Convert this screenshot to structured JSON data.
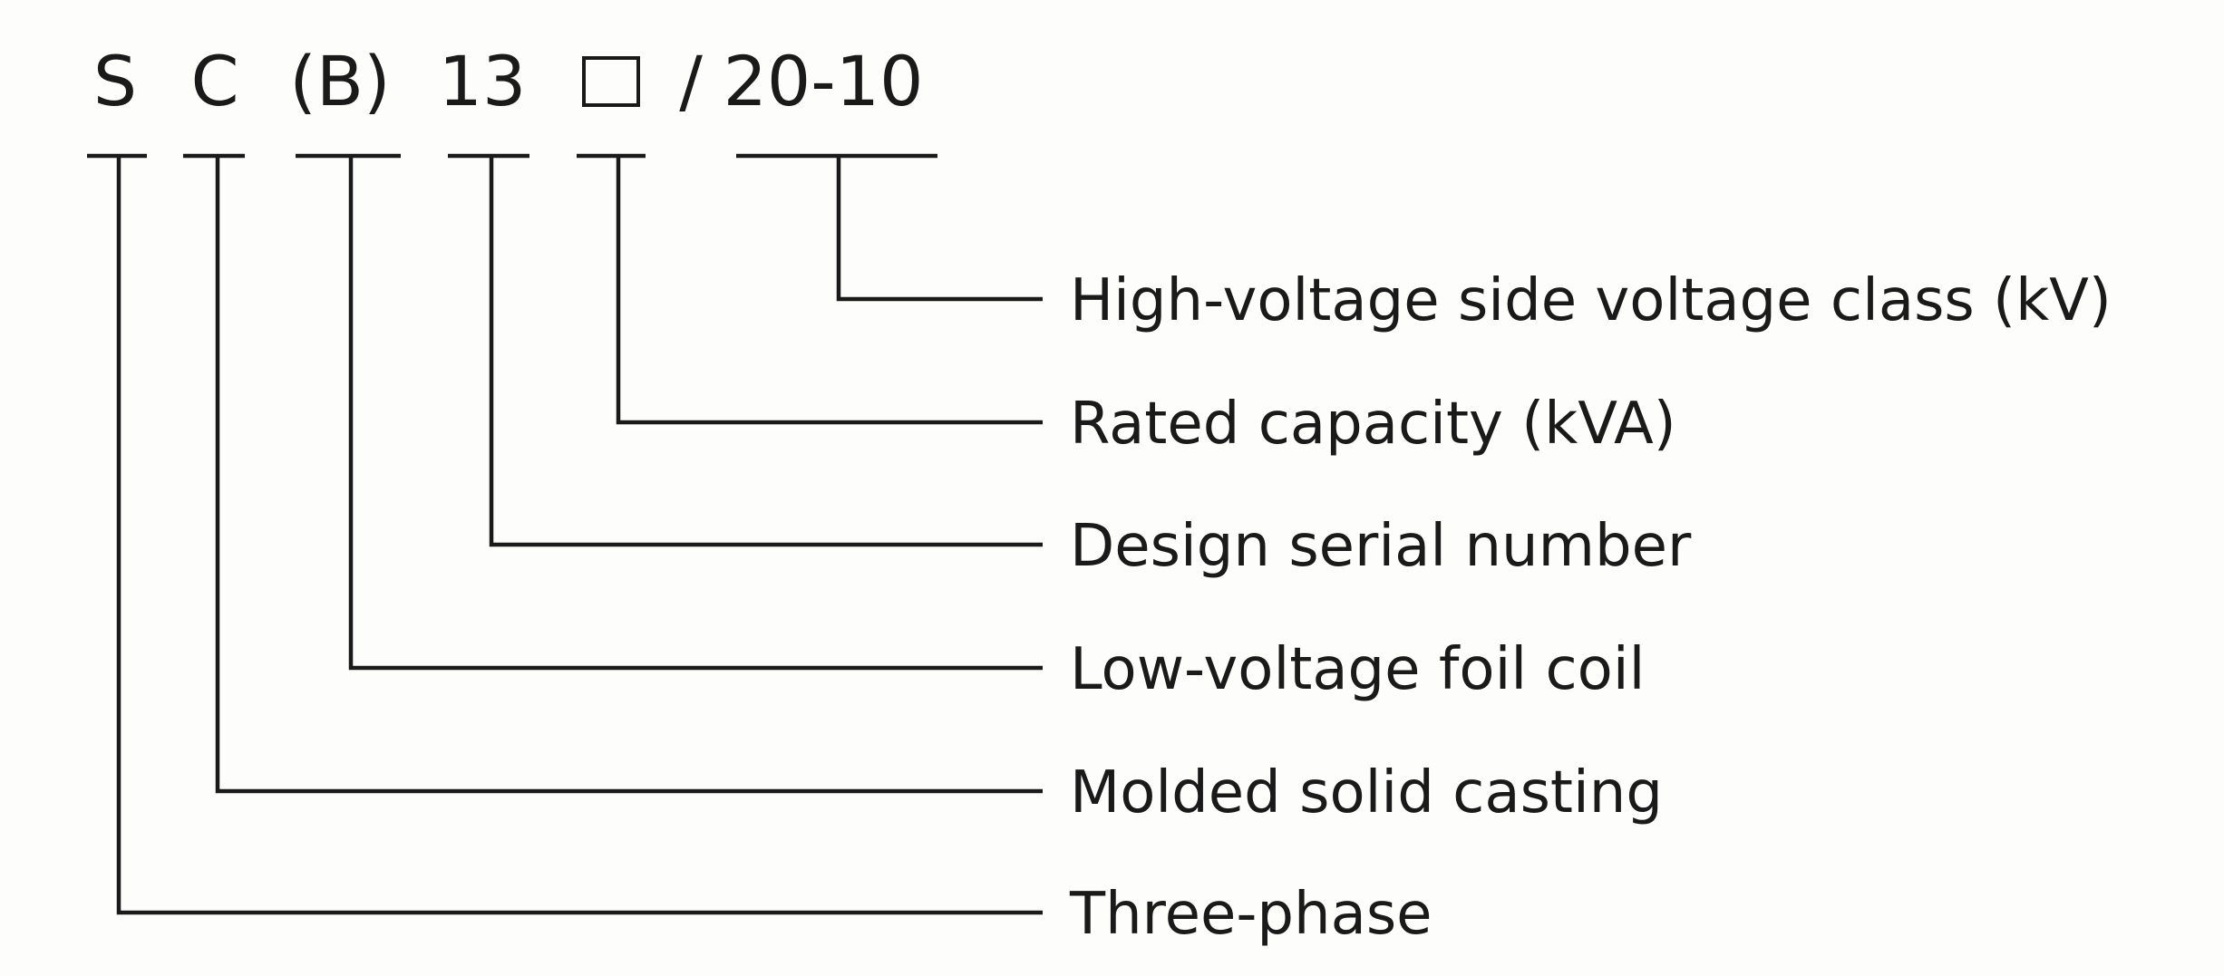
{
  "model_code": {
    "segments": [
      {
        "id": "s",
        "text": "S"
      },
      {
        "id": "c",
        "text": "C"
      },
      {
        "id": "b",
        "text": "(B)"
      },
      {
        "id": "n13",
        "text": "13"
      },
      {
        "id": "box",
        "text": ""
      },
      {
        "id": "slash",
        "text": "/"
      },
      {
        "id": "volt",
        "text": "20-10"
      }
    ]
  },
  "descriptions": [
    {
      "segment": "volt",
      "text": "High-voltage side voltage class (kV)"
    },
    {
      "segment": "box",
      "text": "Rated capacity (kVA)"
    },
    {
      "segment": "n13",
      "text": "Design serial number"
    },
    {
      "segment": "b",
      "text": "Low-voltage foil coil"
    },
    {
      "segment": "c",
      "text": "Molded solid casting"
    },
    {
      "segment": "s",
      "text": "Three-phase"
    }
  ],
  "colors": {
    "ink": "#1a1a1a",
    "background": "#fdfdfc"
  },
  "icons": {
    "box": "empty-square-placeholder"
  }
}
